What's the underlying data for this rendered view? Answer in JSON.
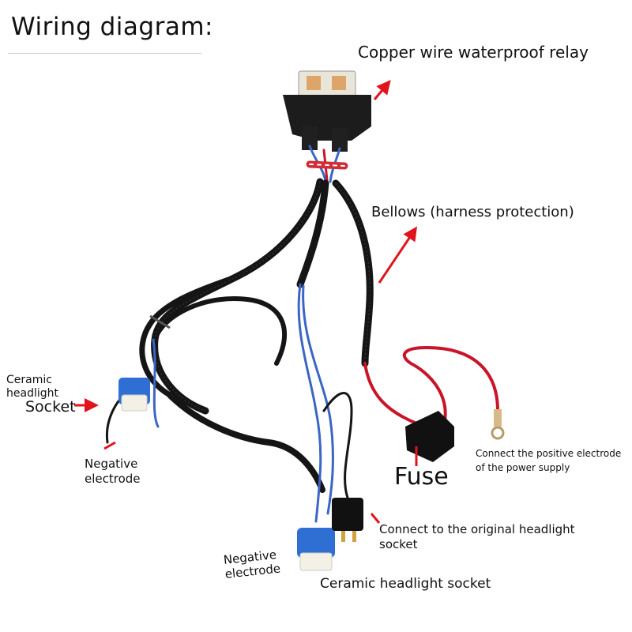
{
  "title": "Wiring diagram:",
  "labels": {
    "relay": "Copper wire waterproof relay",
    "bellows": "Bellows (harness protection)",
    "ceramic_left_line1": "Ceramic",
    "ceramic_left_line2": "headlight",
    "ceramic_left_line3": "Socket",
    "negative_left_line1": "Negative",
    "negative_left_line2": "electrode",
    "fuse": "Fuse",
    "positive_line1": "Connect the positive electrode",
    "positive_line2": "of the power supply",
    "original_line1": "Connect to the original headlight",
    "original_line2": "socket",
    "negative_bottom_line1": "Negative",
    "negative_bottom_line2": "electrode",
    "ceramic_bottom": "Ceramic headlight socket"
  },
  "colors": {
    "arrow": "#e0141c",
    "harness": "#151515",
    "socket_blue": "#2f6fd3",
    "wire_blue": "#3a66c4",
    "wire_red": "#c8152a"
  }
}
